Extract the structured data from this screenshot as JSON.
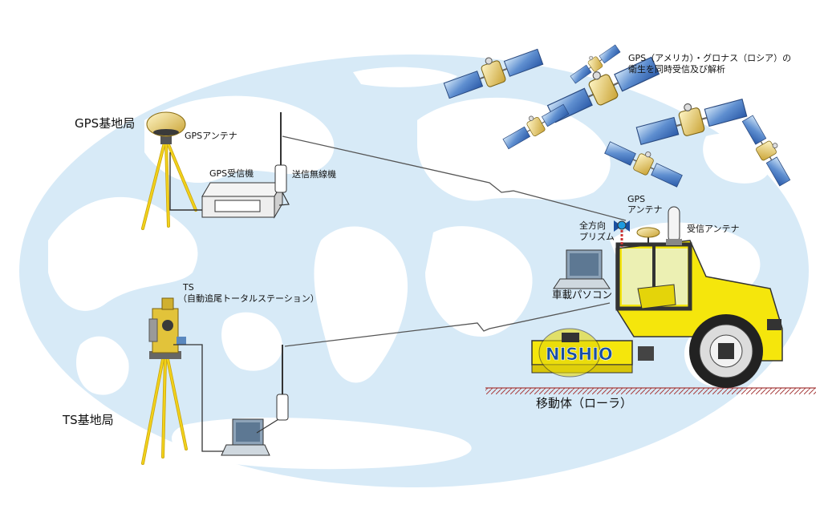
{
  "labels": {
    "gps_base": "GPS基地局",
    "gps_antenna": "GPSアンテナ",
    "gps_receiver": "GPS受信機",
    "transmitter": "送信無線機",
    "satellite_line1": "GPS（アメリカ）・グロナス（ロシア）の",
    "satellite_line2": "衛生を同時受信及び解析",
    "gps_antenna_vehicle_line1": "GPS",
    "gps_antenna_vehicle_line2": "アンテナ",
    "prism_line1": "全方向",
    "prism_line2": "プリズム",
    "receive_antenna": "受信アンテナ",
    "onboard_pc": "車載パソコン",
    "ts_line1": "TS",
    "ts_line2": "（自動追尾トータルステーション）",
    "ts_base": "TS基地局",
    "mobile_body": "移動体（ローラ）",
    "brand": "NISHIO"
  },
  "colors": {
    "map_ocean": "#d7eaf7",
    "map_land": "#ffffff",
    "tripod": "#f2d21a",
    "roller_body": "#f5e60c",
    "brand_text": "#1a4fa0",
    "signal_line": "#555555"
  },
  "icons": [
    "satellite-icon",
    "tripod-icon",
    "gps-receiver-icon",
    "radio-antenna-icon",
    "laptop-icon",
    "total-station-icon",
    "roller-icon",
    "prism-icon"
  ]
}
